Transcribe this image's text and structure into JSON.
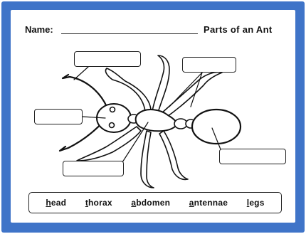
{
  "header": {
    "name_label": "Name:",
    "title": "Parts of an Ant"
  },
  "label_boxes": [
    "",
    "",
    "",
    "",
    ""
  ],
  "word_bank": [
    {
      "first": "h",
      "rest": "ead"
    },
    {
      "first": "t",
      "rest": "horax"
    },
    {
      "first": "a",
      "rest": "bdomen"
    },
    {
      "first": "a",
      "rest": "ntennae"
    },
    {
      "first": "l",
      "rest": "egs"
    }
  ],
  "colors": {
    "border": "#3f74c8",
    "ink": "#111111"
  }
}
